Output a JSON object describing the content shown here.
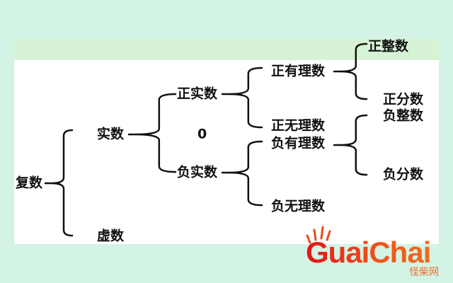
{
  "nodes": {
    "complex": "复数",
    "real": "实数",
    "imaginary": "虚数",
    "positive_real": "正实数",
    "zero": "0",
    "negative_real": "负实数",
    "positive_rational": "正有理数",
    "positive_irrational": "正无理数",
    "negative_rational": "负有理数",
    "negative_irrational": "负无理数",
    "positive_integer": "正整数",
    "positive_fraction": "正分数",
    "negative_integer": "负整数",
    "negative_fraction": "负分数"
  },
  "logo": {
    "text": "GuaiChai",
    "subtitle": "怪柴网"
  },
  "colors": {
    "background": "#d3f3e5",
    "band": "#d7f3d6",
    "logo_red": "#e0141a",
    "logo_orange": "#f26a1f"
  }
}
